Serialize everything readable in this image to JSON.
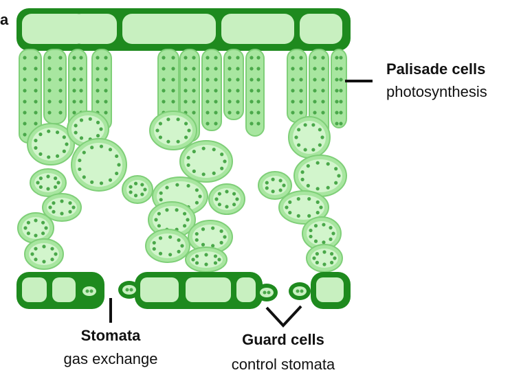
{
  "colors": {
    "epidermis_dark": "#1e8a1e",
    "epidermis_fill": "#c8f0c0",
    "cell_fill": "#a8e6a0",
    "cell_inner": "#d2f5cc",
    "chloroplast": "#4aa84a",
    "pointer": "#111111"
  },
  "labels": {
    "cut_off_letter": "a",
    "palisade_title": "Palisade cells",
    "palisade_sub": "photosynthesis",
    "stomata_title": "Stomata",
    "stomata_sub": "gas exchange",
    "guard_title": "Guard cells",
    "guard_sub": "control stomata"
  }
}
